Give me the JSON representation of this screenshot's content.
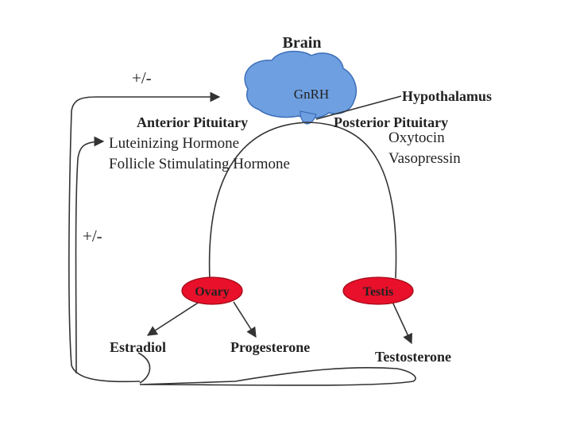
{
  "title": "Brain",
  "brain": {
    "label": "GnRH",
    "region": "Hypothalamus"
  },
  "anterior_pituitary": {
    "title": "Anterior Pituitary",
    "hormones": [
      "Luteinizing Hormone",
      "Follicle Stimulating Hormone"
    ]
  },
  "posterior_pituitary": {
    "title": "Posterior Pituitary",
    "hormones": [
      "Oxytocin",
      "Vasopressin"
    ]
  },
  "feedback": {
    "upper": "+/-",
    "lower": "+/-"
  },
  "gonads": {
    "ovary": {
      "label": "Ovary",
      "products": [
        "Estradiol",
        "Progesterone"
      ]
    },
    "testis": {
      "label": "Testis",
      "products": [
        "Testosterone"
      ]
    }
  },
  "colors": {
    "brain_fill": "#6e9fe0",
    "brain_stroke": "#3d6fb8",
    "gonad_fill": "#e8102a",
    "gonad_label": "#7a0a14",
    "line": "#333333"
  }
}
